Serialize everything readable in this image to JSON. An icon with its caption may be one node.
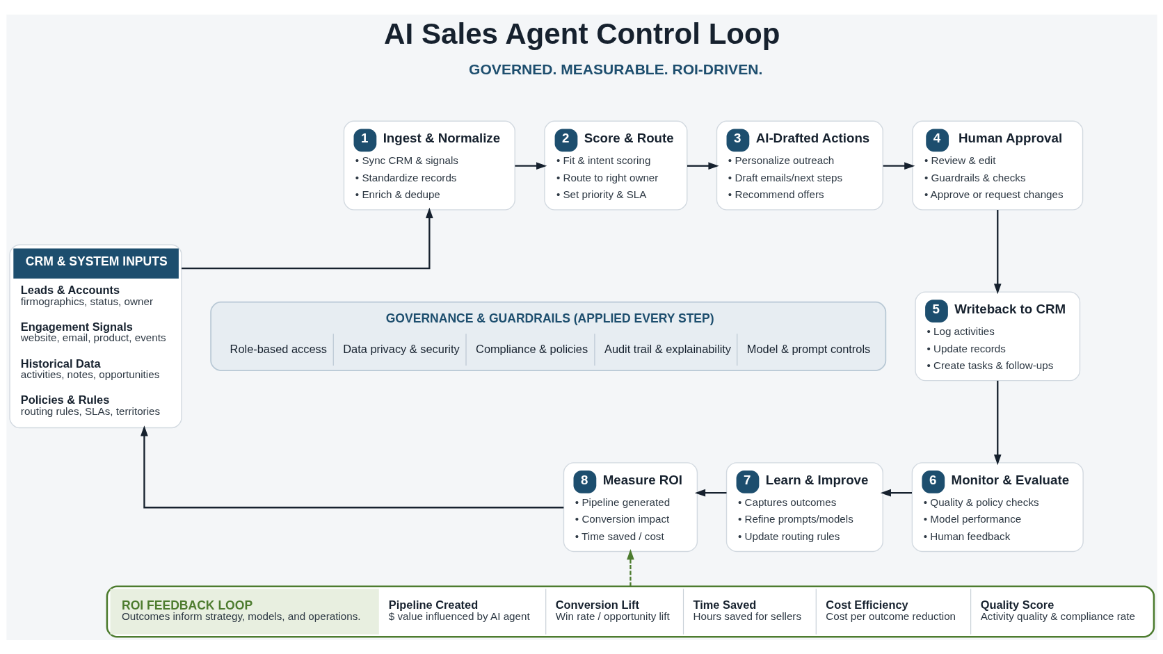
{
  "diagram": {
    "title": "AI Sales Agent Control Loop",
    "nodes": [
      {
        "text": [
          "CRM & SYSTEM INPUTS",
          "Leads & Accounts",
          "firmographics, status, owner",
          "Engagement Signals",
          "website, email, product, events",
          "Historical Data",
          "activities, notes, opportunities",
          "Policies & Rules",
          "routing rules, SLAs, territories"
        ]
      },
      {
        "text": [
          "1",
          "Ingest & Normalize",
          "• Sync CRM & signals",
          "• Standardize records",
          "• Enrich & dedupe"
        ]
      },
      {
        "text": [
          "2",
          "Score & Route",
          "• Fit & intent scoring",
          "• Route to right owner",
          "• Set priority & SLA"
        ]
      },
      {
        "text": [
          "3",
          "AI-Drafted Actions",
          "• Personalize outreach",
          "• Draft emails/next steps",
          "• Recommend offers"
        ]
      },
      {
        "text": [
          "4",
          "Human Approval",
          "• Review & edit",
          "• Guardrails & checks",
          "• Approve or request changes"
        ]
      },
      {
        "text": [
          "GOVERNANCE & GUARDRAILS (APPLIED EVERY STEP)",
          "Role-based access",
          "Data privacy & security",
          "Compliance & policies",
          "Audit trail & explainability",
          "Model & prompt controls"
        ]
      },
      {
        "text": [
          "5",
          "Writeback to CRM",
          "• Log activities",
          "• Update records",
          "• Create tasks & follow-ups"
        ]
      },
      {
        "text": [
          "6",
          "Monitor & Evaluate",
          "• Quality & policy checks",
          "• Model performance",
          "• Human feedback"
        ]
      },
      {
        "text": [
          "7",
          "Learn & Improve",
          "• Captures outcomes",
          "• Refine prompts/models",
          "• Update routing rules"
        ]
      },
      {
        "text": [
          "8",
          "Measure ROI",
          "• Pipeline generated",
          "• Conversion impact",
          "• Time saved / cost"
        ]
      },
      {
        "text": [
          "ROI FEEDBACK LOOP",
          "Outcomes inform strategy, models, and operations.",
          "Pipeline Created",
          "$ value influenced by AI agent",
          "Conversion Lift",
          "Win rate / opportunity lift",
          "Time Saved",
          "Hours saved for sellers",
          "Cost Efficiency",
          "Cost per outcome reduction",
          "Quality Score",
          "Activity quality & compliance rate"
        ]
      }
    ],
    "edges": [
      {
        "from": 0,
        "to": 1,
        "arrow": "to"
      },
      {
        "from": 1,
        "to": 2,
        "arrow": "to"
      },
      {
        "from": 2,
        "to": 3,
        "arrow": "to"
      },
      {
        "from": 3,
        "to": 4,
        "arrow": "to"
      },
      {
        "from": 4,
        "to": 6,
        "arrow": "to"
      },
      {
        "from": 6,
        "to": 7,
        "arrow": "to"
      },
      {
        "from": 7,
        "to": 8,
        "arrow": "to"
      },
      {
        "from": 8,
        "to": 9,
        "arrow": "to"
      },
      {
        "from": 9,
        "to": 0,
        "arrow": "to"
      },
      {
        "from": 10,
        "to": 9,
        "arrow": "to",
        "style": "dashed",
        "color": "#4d7c2f"
      }
    ],
    "labels": [
      "GOVERNED. MEASURABLE. ROI-DRIVEN."
    ]
  }
}
